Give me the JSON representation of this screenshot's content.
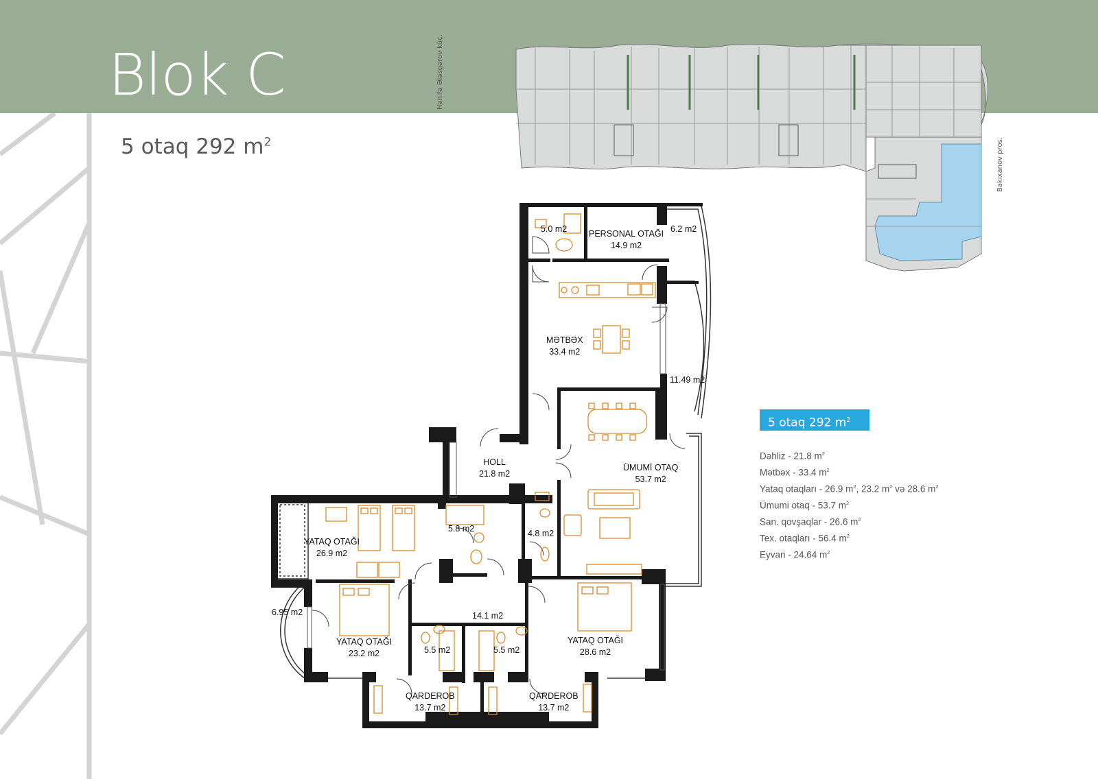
{
  "header": {
    "title": "Blok C"
  },
  "apartment": {
    "rooms": "5 otaq 292 m",
    "sup": "2"
  },
  "site_plan": {
    "street_left": "Hənifə Ələsgərov küç.",
    "street_right": "Bakıxanov pros."
  },
  "rooms": [
    {
      "name": "",
      "area": "5.0 m2"
    },
    {
      "name": "PERSONAL OTAĞI",
      "area": "14.9 m2"
    },
    {
      "name": "",
      "area": "6.2 m2"
    },
    {
      "name": "MƏTBƏX",
      "area": "33.4 m2"
    },
    {
      "name": "",
      "area": "11.49 m2"
    },
    {
      "name": "HOLL",
      "area": "21.8 m2"
    },
    {
      "name": "ÜMUMİ OTAQ",
      "area": "53.7 m2"
    },
    {
      "name": "YATAQ OTAĞI",
      "area": "26.9 m2"
    },
    {
      "name": "",
      "area": "5.8 m2"
    },
    {
      "name": "",
      "area": "4.8 m2"
    },
    {
      "name": "",
      "area": "6.95 m2"
    },
    {
      "name": "",
      "area": "14.1 m2"
    },
    {
      "name": "YATAQ OTAĞI",
      "area": "23.2 m2"
    },
    {
      "name": "",
      "area": "5.5 m2"
    },
    {
      "name": "",
      "area": "5.5 m2"
    },
    {
      "name": "YATAQ OTAĞI",
      "area": "28.6 m2"
    },
    {
      "name": "QARDEROB",
      "area": "13.7 m2"
    },
    {
      "name": "QARDEROB",
      "area": "13.7 m2"
    }
  ],
  "summary": {
    "badge": "5 otaq 292 m",
    "badge_sup": "2",
    "items": [
      {
        "text": "Dəhliz - 21.8 m",
        "sup": "2",
        "tail": ""
      },
      {
        "text": "Mətbəx - 33.4 m",
        "sup": "2",
        "tail": ""
      },
      {
        "text": "Yataq otaqları - 26.9 m",
        "sup": "2",
        "tail": ", 23.2 m",
        "sup2": "2",
        "tail2": " və 28.6 m",
        "sup3": "2"
      },
      {
        "text": "Ümumi otaq - 53.7 m",
        "sup": "2",
        "tail": ""
      },
      {
        "text": "San. qovşaqlar - 26.6 m",
        "sup": "2",
        "tail": ""
      },
      {
        "text": "Tex. otaqları - 56.4 m",
        "sup": "2",
        "tail": ""
      },
      {
        "text": "Eyvan - 24.64 m",
        "sup": "2",
        "tail": ""
      }
    ]
  },
  "colors": {
    "header": "#98ad93",
    "accent": "#29a8e0",
    "highlight": "#a6d4ef",
    "furniture": "#d98a2b"
  }
}
